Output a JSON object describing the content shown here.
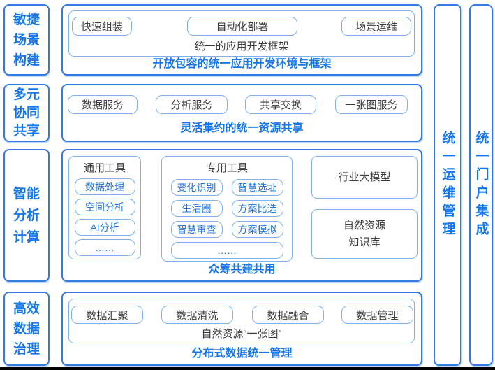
{
  "colors": {
    "accent_blue": "#1677EC",
    "border_blue": "#3679E2",
    "light_border_blue": "#7FB0EA",
    "dark_text": "#3C3C3C",
    "tool_text_blue": "#2577DE"
  },
  "rows": {
    "row1": {
      "label": "敏捷\n场景\n构建",
      "buttons": [
        "快速组装",
        "自动化部署",
        "场景运维"
      ],
      "inner_title": "统一的应用开发框架",
      "caption": "开放包容的统一应用开发环境与框架"
    },
    "row2": {
      "label": "多元\n协同\n共享",
      "buttons": [
        "数据服务",
        "分析服务",
        "共享交换",
        "一张图服务"
      ],
      "caption": "灵活集约的统一资源共享"
    },
    "row3": {
      "label": "智能\n分析\n计算",
      "general_tools": {
        "title": "通用工具",
        "items": [
          "数据处理",
          "空间分析",
          "AI分析",
          "……"
        ]
      },
      "special_tools": {
        "title": "专用工具",
        "items": [
          "变化识别",
          "智慧选址",
          "生活圈",
          "方案比选",
          "智慧审查",
          "方案模拟"
        ],
        "more": "……"
      },
      "side_boxes": [
        "行业大模型",
        "自然资源\n知识库"
      ],
      "caption": "众筹共建共用"
    },
    "row4": {
      "label": "高效\n数据\n治理",
      "buttons": [
        "数据汇聚",
        "数据清洗",
        "数据融合",
        "数据管理"
      ],
      "inner_title": "自然资源“一张图”",
      "caption": "分布式数据统一管理"
    }
  },
  "right_columns": [
    "统一运维管理",
    "统一门户集成"
  ]
}
